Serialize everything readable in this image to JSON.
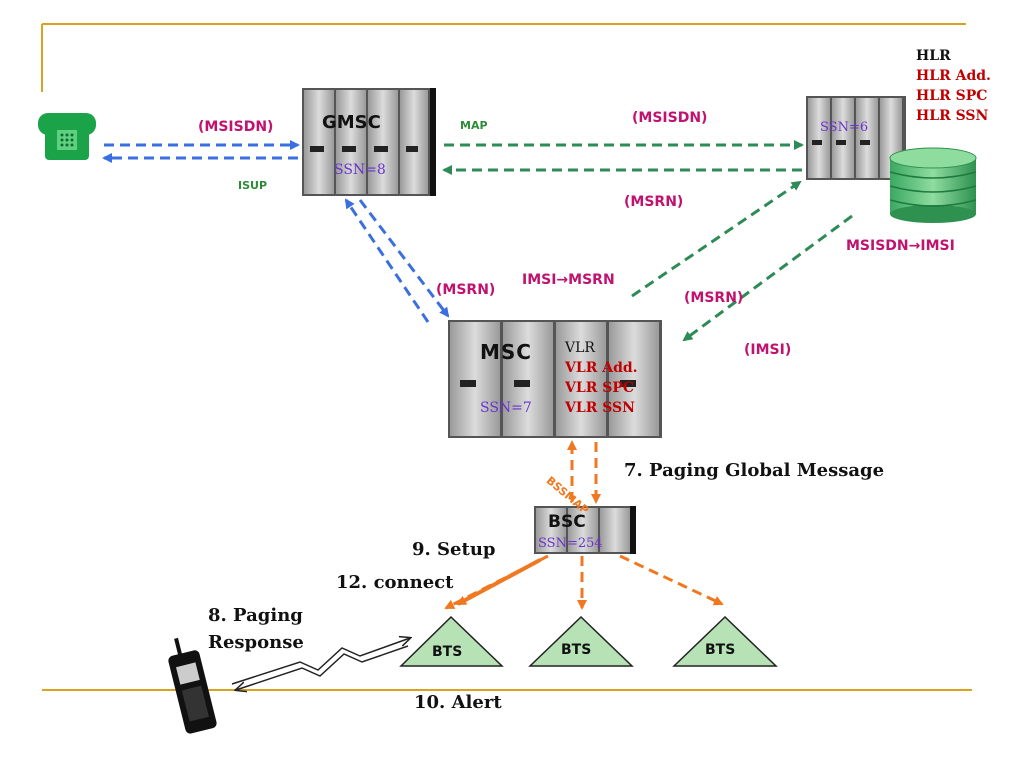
{
  "nodes": {
    "gmsc": {
      "name": "GMSC",
      "ssn": "SSN=8"
    },
    "hlr": {
      "ssn": "SSN=6",
      "title": "HLR",
      "lines": [
        "HLR Add.",
        "HLR SPC",
        "HLR SSN"
      ]
    },
    "msc": {
      "name": "MSC",
      "ssn": "SSN=7"
    },
    "vlr": {
      "title": "VLR",
      "lines": [
        "VLR Add.",
        "VLR SPC",
        "VLR SSN"
      ]
    },
    "bsc": {
      "name": "BSC",
      "ssn": "SSN=254"
    },
    "bts": [
      "BTS",
      "BTS",
      "BTS"
    ]
  },
  "labels": {
    "msisdn_left": "(MSISDN)",
    "isup": "ISUP",
    "map": "MAP",
    "msisdn_top": "(MSISDN)",
    "msrn_top": "(MSRN)",
    "msisdn_to_imsi": "MSISDN→IMSI",
    "imsi_to_msrn": "IMSI→MSRN",
    "msrn_mid": "(MSRN)",
    "msrn_left": "(MSRN)",
    "imsi": "(IMSI)",
    "bssmap": "BSSMAP"
  },
  "steps": {
    "paging_global": "7. Paging Global Message",
    "setup": "9. Setup",
    "connect": "12. connect",
    "paging_response_1": "8. Paging",
    "paging_response_2": "Response",
    "alert": "10. Alert"
  },
  "colors": {
    "frame_line": "#d9a321",
    "blue_arrow": "#3a6fe0",
    "green_arrow": "#2e8b57",
    "orange_arrow": "#f07820",
    "label_magenta": "#c0126e",
    "label_green": "#2e8b3a",
    "label_red": "#c00000",
    "label_purple": "#6a35c9"
  },
  "icons": [
    "telephone-icon",
    "mobile-phone-icon",
    "database-icon",
    "radio-link-icon"
  ]
}
